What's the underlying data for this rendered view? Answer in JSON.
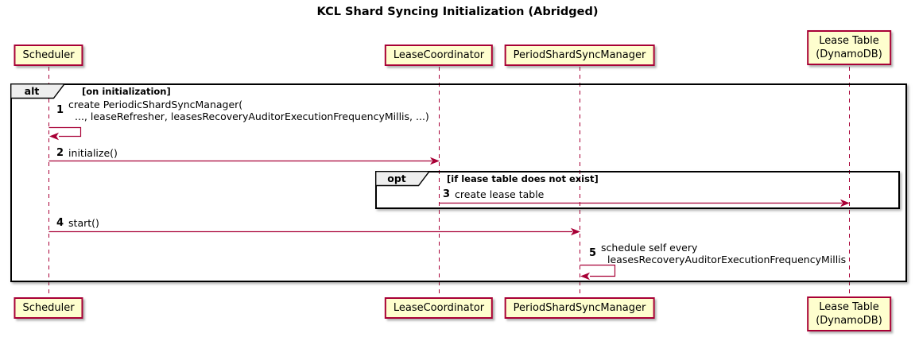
{
  "title": "KCL Shard Syncing Initialization (Abridged)",
  "colors": {
    "participant_fill": "#fefece",
    "participant_border": "#a80036",
    "lifeline": "#a80036",
    "arrow": "#a80036",
    "frame_border": "#000000",
    "frame_label_fill": "#eeeeee",
    "text": "#000000",
    "background": "#ffffff"
  },
  "participants": [
    {
      "id": "scheduler",
      "label": "Scheduler"
    },
    {
      "id": "lease-coordinator",
      "label": "LeaseCoordinator"
    },
    {
      "id": "period-shard-sync-manager",
      "label": "PeriodShardSyncManager"
    },
    {
      "id": "lease-table",
      "label": "Lease Table\n(DynamoDB)"
    }
  ],
  "frames": {
    "alt": {
      "keyword": "alt",
      "guard": "[on initialization]"
    },
    "opt": {
      "keyword": "opt",
      "guard": "[if lease table does not exist]"
    }
  },
  "messages": [
    {
      "num": "1",
      "from": "Scheduler",
      "to": "Scheduler",
      "kind": "self",
      "text": "create PeriodicShardSyncManager(\n  ..., leaseRefresher, leasesRecoveryAuditorExecutionFrequencyMillis, ...)"
    },
    {
      "num": "2",
      "from": "Scheduler",
      "to": "LeaseCoordinator",
      "kind": "solid",
      "text": "initialize()"
    },
    {
      "num": "3",
      "from": "LeaseCoordinator",
      "to": "Lease Table (DynamoDB)",
      "kind": "solid",
      "text": "create lease table"
    },
    {
      "num": "4",
      "from": "Scheduler",
      "to": "PeriodShardSyncManager",
      "kind": "solid",
      "text": "start()"
    },
    {
      "num": "5",
      "from": "PeriodShardSyncManager",
      "to": "PeriodShardSyncManager",
      "kind": "self",
      "text": "schedule self every\n  leasesRecoveryAuditorExecutionFrequencyMillis"
    }
  ]
}
